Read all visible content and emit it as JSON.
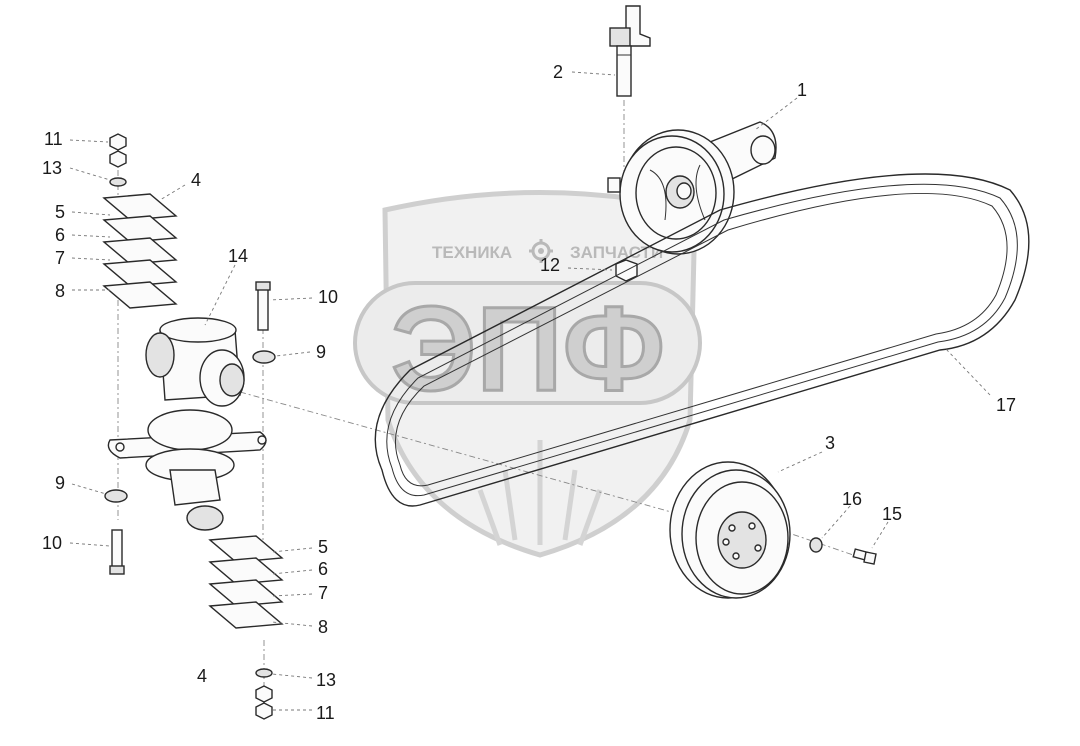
{
  "watermark": {
    "left_text": "ТЕХНИКА",
    "right_text": "ЗАПЧАСТИ",
    "big_text": "ЭПФ"
  },
  "callouts": {
    "c1": "1",
    "c2": "2",
    "c3": "3",
    "c4_top": "4",
    "c4_bottom": "4",
    "c5_top": "5",
    "c5_bottom": "5",
    "c6_top": "6",
    "c6_bottom": "6",
    "c7_top": "7",
    "c7_bottom": "7",
    "c8_top": "8",
    "c8_bottom": "8",
    "c9_left": "9",
    "c9_right": "9",
    "c10_left": "10",
    "c10_right": "10",
    "c11_top": "11",
    "c11_bottom": "11",
    "c12": "12",
    "c13_top": "13",
    "c13_bottom": "13",
    "c14": "14",
    "c15": "15",
    "c16": "16",
    "c17": "17"
  },
  "icons": {
    "gear": "gear-icon",
    "shield": "shield-emblem"
  }
}
